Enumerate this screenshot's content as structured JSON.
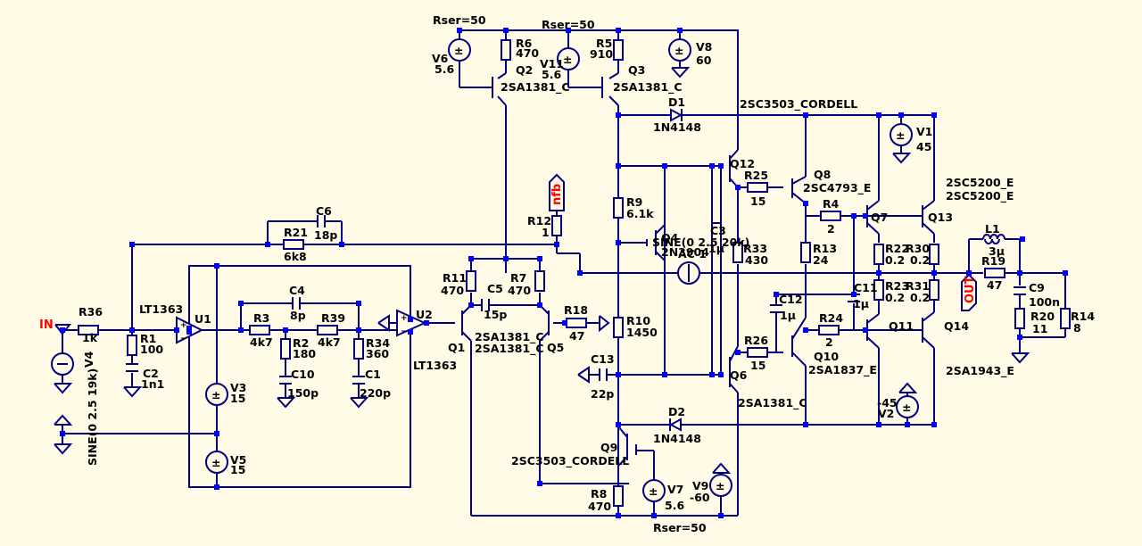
{
  "colors": {
    "background": "#fffbe6",
    "wire": "#000080",
    "pin": "#0000ff",
    "text": "#000000",
    "net_label": "#ff0000"
  },
  "net_labels": {
    "input": "IN",
    "output": "OUT",
    "feedback": "nfb"
  },
  "components": {
    "V6": {
      "name": "V6",
      "value": "5.6",
      "spice": "Rser=50"
    },
    "R6": {
      "name": "R6",
      "value": "470"
    },
    "Q2": {
      "name": "Q2",
      "model": "2SA1381_C"
    },
    "V11": {
      "name": "V11",
      "value": "5.6",
      "spice": "Rser=50"
    },
    "R5": {
      "name": "R5",
      "value": "910"
    },
    "Q3": {
      "name": "Q3",
      "model": "2SA1381_C"
    },
    "V8": {
      "name": "V8",
      "value": "60"
    },
    "D1": {
      "name": "D1",
      "model": "1N4148"
    },
    "Q12": {
      "name": "Q12",
      "model": "2SC3503_CORDELL"
    },
    "V1": {
      "name": "V1",
      "value": "45"
    },
    "Q8": {
      "name": "Q8",
      "model": "2SC4793_E"
    },
    "R25": {
      "name": "R25",
      "value": "15"
    },
    "R9": {
      "name": "R9",
      "value": "6.1k"
    },
    "R12": {
      "name": "R12",
      "value": "1"
    },
    "C6": {
      "name": "C6",
      "value": "18p"
    },
    "R21": {
      "name": "R21",
      "value": "6k8"
    },
    "R4": {
      "name": "R4",
      "value": "2"
    },
    "Q7": {
      "name": "Q7",
      "model": "2SC5200_E"
    },
    "Q13": {
      "name": "Q13",
      "model": "2SC5200_E"
    },
    "Q4": {
      "name": "Q4",
      "model": "2N3904"
    },
    "V10": {
      "spice": "SINE(0 2.5 20k)",
      "ac": "AC 1"
    },
    "C3": {
      "name": "C3",
      "value": "1µ"
    },
    "R33": {
      "name": "R33",
      "value": "430"
    },
    "R13": {
      "name": "R13",
      "value": "24"
    },
    "R22": {
      "name": "R22",
      "value": "0.2"
    },
    "R30": {
      "name": "R30",
      "value": "0.2"
    },
    "L1": {
      "name": "L1",
      "value": "3µ"
    },
    "R19": {
      "name": "R19",
      "value": "47"
    },
    "R11": {
      "name": "R11",
      "value": "470"
    },
    "C5": {
      "name": "C5",
      "value": "15p"
    },
    "R7": {
      "name": "R7",
      "value": "470"
    },
    "U1": {
      "name": "U1",
      "model": "LT1363"
    },
    "C4": {
      "name": "C4",
      "value": "8p"
    },
    "R36": {
      "name": "R36",
      "value": "1k"
    },
    "R1": {
      "name": "R1",
      "value": "100"
    },
    "R3": {
      "name": "R3",
      "value": "4k7"
    },
    "R39": {
      "name": "R39",
      "value": "4k7"
    },
    "U2": {
      "name": "U2",
      "model": "LT1363"
    },
    "R18": {
      "name": "R18",
      "value": "47"
    },
    "R10": {
      "name": "R10",
      "value": "1450"
    },
    "C12": {
      "name": "C12",
      "value": "1µ"
    },
    "C11": {
      "name": "C11",
      "value": "1µ"
    },
    "R23": {
      "name": "R23",
      "value": "0.2"
    },
    "R31": {
      "name": "R31",
      "value": "0.2"
    },
    "C9": {
      "name": "C9",
      "value": "100n"
    },
    "R2": {
      "name": "R2",
      "value": "180"
    },
    "R34": {
      "name": "R34",
      "value": "360"
    },
    "Q1": {
      "name": "Q1",
      "model": "2SA1381_C"
    },
    "Q5": {
      "name": "Q5",
      "model": "2SA1381_C"
    },
    "R24": {
      "name": "R24",
      "value": "2"
    },
    "Q11": {
      "name": "Q11",
      "model": ""
    },
    "Q14": {
      "name": "Q14",
      "model": "2SA1943_E"
    },
    "R20": {
      "name": "R20",
      "value": "11"
    },
    "R14": {
      "name": "R14",
      "value": "8"
    },
    "V4": {
      "name": "V4",
      "spice": "SINE(0 2.5 19k)"
    },
    "C2": {
      "name": "C2",
      "value": "1n1"
    },
    "C10": {
      "name": "C10",
      "value": "150p"
    },
    "C1": {
      "name": "C1",
      "value": "220p"
    },
    "C13": {
      "name": "C13",
      "value": "22p"
    },
    "R26": {
      "name": "R26",
      "value": "15"
    },
    "Q6": {
      "name": "Q6",
      "model": "2SA1381_C"
    },
    "Q10": {
      "name": "Q10",
      "model": "2SA1837_E"
    },
    "V3": {
      "name": "V3",
      "value": "15"
    },
    "V2": {
      "name": "V2",
      "value": "-45"
    },
    "D2": {
      "name": "D2",
      "model": "1N4148"
    },
    "Q9": {
      "name": "Q9",
      "model": "2SC3503_CORDELL"
    },
    "V5": {
      "name": "V5",
      "value": "15"
    },
    "V7": {
      "name": "V7",
      "value": "5.6",
      "spice": "Rser=50"
    },
    "R8": {
      "name": "R8",
      "value": "470"
    },
    "V9": {
      "name": "V9",
      "value": "-60"
    }
  }
}
